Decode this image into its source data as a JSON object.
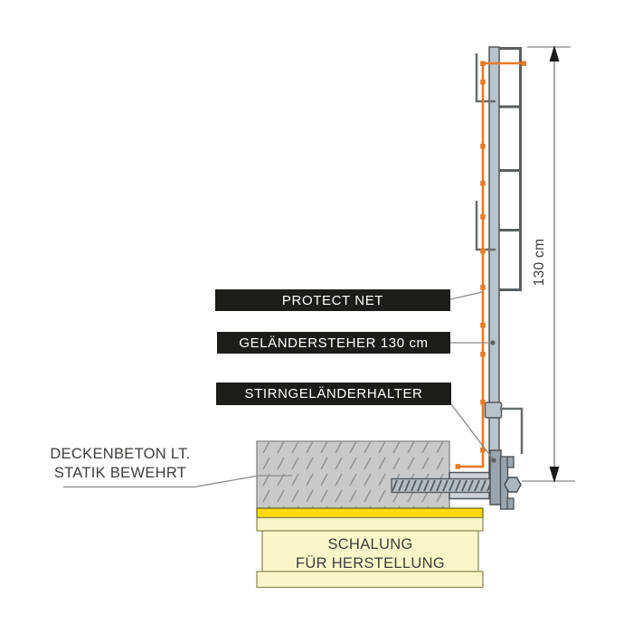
{
  "callouts": [
    {
      "id": "protect-net",
      "label": "PROTECT NET"
    },
    {
      "id": "gelaendersteher",
      "label": "GELÄNDERSTEHER 130 cm"
    },
    {
      "id": "stirngelaenderhalter",
      "label": "STIRNGELÄNDERHALTER"
    }
  ],
  "slab_label": {
    "line1": "DECKENBETON LT.",
    "line2": "STATIK BEWEHRT"
  },
  "formwork_label": {
    "line1": "SCHALUNG",
    "line2": "FÜR HERSTELLUNG"
  },
  "dimension_label": "130 cm",
  "colors": {
    "accent_orange": "#e87a25",
    "post_gray": "#b9c3cb",
    "clamp_gray": "#9aa4ac",
    "concrete_gray": "#c9c9c9",
    "formwork_yellow": "#ffd903",
    "formwork_cream": "#faf6c9",
    "callout_bg": "#1c1c1a",
    "line_gray": "#8a8a8a",
    "steel_outline": "#53575a",
    "text_dark": "#3d3d3b"
  }
}
